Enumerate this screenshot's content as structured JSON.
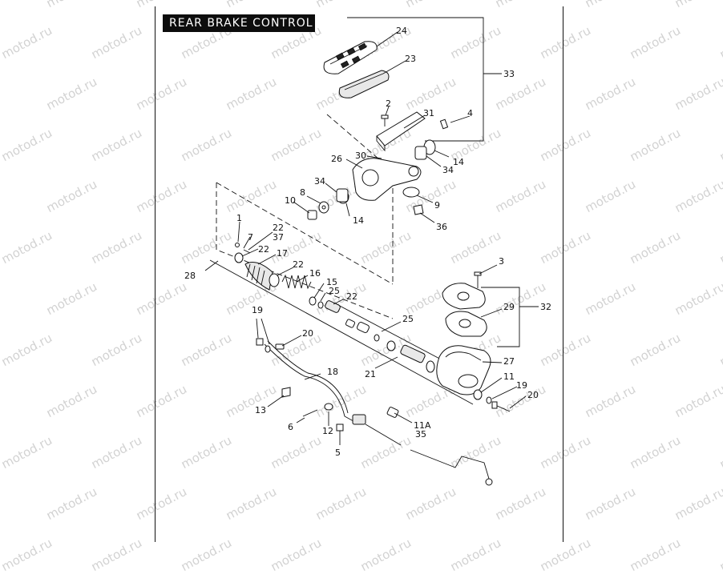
{
  "title": "REAR BRAKE CONTROL",
  "watermark": "motod.ru",
  "callouts": {
    "c1": "1",
    "c2": "2",
    "c3": "3",
    "c4": "4",
    "c5": "5",
    "c6": "6",
    "c7": "7",
    "c8": "8",
    "c9": "9",
    "c10": "10",
    "c11": "11",
    "c11a": "11A",
    "c12": "12",
    "c13": "13",
    "c14a": "14",
    "c14b": "14",
    "c15": "15",
    "c16": "16",
    "c17": "17",
    "c18": "18",
    "c19a": "19",
    "c19b": "19",
    "c20a": "20",
    "c20b": "20",
    "c21": "21",
    "c22a": "22",
    "c22b": "22",
    "c22c": "22",
    "c22d": "22",
    "c23": "23",
    "c24": "24",
    "c25a": "25",
    "c25b": "25",
    "c26": "26",
    "c27": "27",
    "c28": "28",
    "c29": "29",
    "c30": "30",
    "c31": "31",
    "c32": "32",
    "c33": "33",
    "c34a": "34",
    "c34b": "34",
    "c35": "35",
    "c36": "36",
    "c37": "37"
  }
}
